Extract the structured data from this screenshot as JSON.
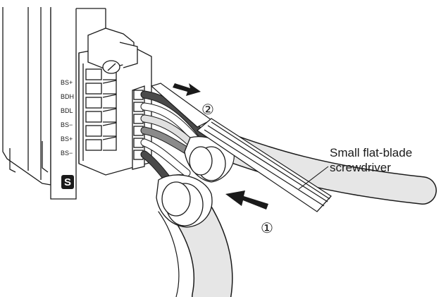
{
  "terminal_labels": [
    "BS+",
    "BDH",
    "BDL",
    "BS−",
    "BS+",
    "BS−"
  ],
  "callout": {
    "line1": "Small flat-blade",
    "line2": "screwdriver"
  },
  "steps": {
    "step1": "①",
    "step2": "②"
  },
  "logo_text": "S",
  "colors": {
    "ink": "#1a1a1a",
    "light_gray": "#e0e0e0",
    "mid_gray": "#8a8a8a",
    "dark_gray": "#4a4a4a",
    "paper": "#ffffff"
  }
}
